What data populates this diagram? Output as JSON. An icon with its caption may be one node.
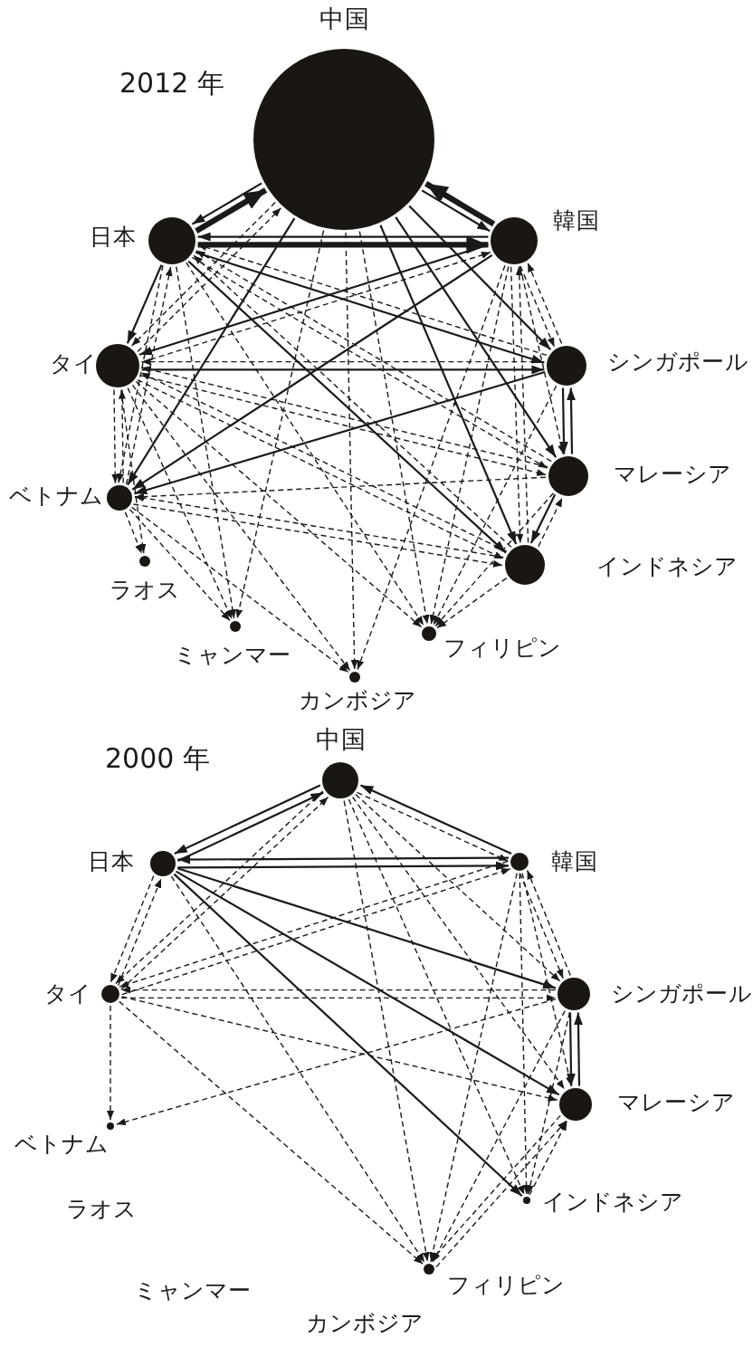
{
  "diagram": {
    "nodes": [
      {
        "text": [
          "中国"
        ]
      },
      {
        "text": [
          "日本"
        ]
      },
      {
        "text": [
          "韓国"
        ]
      },
      {
        "text": [
          "タイ"
        ]
      },
      {
        "text": [
          "シンガポール"
        ]
      },
      {
        "text": [
          "ベトナム"
        ]
      },
      {
        "text": [
          "マレーシア"
        ]
      },
      {
        "text": [
          "インドネシア"
        ]
      },
      {
        "text": [
          "ラオス"
        ]
      },
      {
        "text": [
          "ミャンマー"
        ]
      },
      {
        "text": [
          "カンボジア"
        ]
      },
      {
        "text": [
          "フィリピン"
        ]
      },
      {
        "text": [
          "中国"
        ]
      },
      {
        "text": [
          "日本"
        ]
      },
      {
        "text": [
          "韓国"
        ]
      },
      {
        "text": [
          "タイ"
        ]
      },
      {
        "text": [
          "シンガポール"
        ]
      },
      {
        "text": [
          "ベトナム"
        ]
      },
      {
        "text": [
          "マレーシア"
        ]
      },
      {
        "text": [
          "インドネシア"
        ]
      },
      {
        "text": [
          "ラオス"
        ]
      },
      {
        "text": [
          "ミャンマー"
        ]
      },
      {
        "text": [
          "カンボジア"
        ]
      },
      {
        "text": [
          "フィリピン"
        ]
      }
    ],
    "edges": [
      {
        "from": 1,
        "to": 0,
        "arrow": "to",
        "style": "thick"
      },
      {
        "from": 2,
        "to": 0,
        "arrow": "to",
        "style": "thick"
      },
      {
        "from": 1,
        "to": 2,
        "arrow": "to",
        "style": "thick"
      },
      {
        "from": 0,
        "to": 1,
        "arrow": "to"
      },
      {
        "from": 0,
        "to": 2,
        "arrow": "to"
      },
      {
        "from": 2,
        "to": 1,
        "arrow": "to"
      },
      {
        "from": 1,
        "to": 3,
        "arrow": "to"
      },
      {
        "from": 0,
        "to": 5,
        "arrow": "to"
      },
      {
        "from": 0,
        "to": 4,
        "arrow": "to"
      },
      {
        "from": 0,
        "to": 7,
        "arrow": "to"
      },
      {
        "from": 0,
        "to": 6,
        "arrow": "to"
      },
      {
        "from": 3,
        "to": 4,
        "arrow": "to"
      },
      {
        "from": 4,
        "to": 6,
        "arrow": "to"
      },
      {
        "from": 6,
        "to": 4,
        "arrow": "to"
      },
      {
        "from": 6,
        "to": 7,
        "arrow": "to"
      },
      {
        "from": 1,
        "to": 4,
        "arrow": "to"
      },
      {
        "from": 1,
        "to": 7,
        "arrow": "to"
      },
      {
        "from": 2,
        "to": 5,
        "arrow": "to"
      },
      {
        "from": 2,
        "to": 3,
        "arrow": "to"
      },
      {
        "from": 4,
        "to": 5,
        "arrow": "to"
      },
      {
        "from": 1,
        "to": 5,
        "arrow": "to",
        "style": "dashed"
      },
      {
        "from": 5,
        "to": 1,
        "arrow": "to",
        "style": "dashed"
      },
      {
        "from": 3,
        "to": 5,
        "arrow": "to",
        "style": "dashed"
      },
      {
        "from": 5,
        "to": 3,
        "arrow": "to",
        "style": "dashed"
      },
      {
        "from": 3,
        "to": 8,
        "arrow": "to",
        "style": "dashed"
      },
      {
        "from": 3,
        "to": 9,
        "arrow": "to",
        "style": "dashed"
      },
      {
        "from": 5,
        "to": 8,
        "arrow": "to",
        "style": "dashed"
      },
      {
        "from": 5,
        "to": 9,
        "arrow": "to",
        "style": "dashed"
      },
      {
        "from": 5,
        "to": 10,
        "arrow": "to",
        "style": "dashed"
      },
      {
        "from": 3,
        "to": 10,
        "arrow": "to",
        "style": "dashed"
      },
      {
        "from": 3,
        "to": 11,
        "arrow": "to",
        "style": "dashed"
      },
      {
        "from": 3,
        "to": 7,
        "arrow": "to",
        "style": "dashed"
      },
      {
        "from": 7,
        "to": 3,
        "arrow": "to",
        "style": "dashed"
      },
      {
        "from": 3,
        "to": 6,
        "arrow": "to",
        "style": "dashed"
      },
      {
        "from": 6,
        "to": 3,
        "arrow": "to",
        "style": "dashed"
      },
      {
        "from": 4,
        "to": 3,
        "arrow": "to",
        "style": "dashed"
      },
      {
        "from": 2,
        "to": 4,
        "arrow": "to",
        "style": "dashed"
      },
      {
        "from": 4,
        "to": 2,
        "arrow": "to",
        "style": "dashed"
      },
      {
        "from": 2,
        "to": 6,
        "arrow": "to",
        "style": "dashed"
      },
      {
        "from": 2,
        "to": 7,
        "arrow": "to",
        "style": "dashed"
      },
      {
        "from": 7,
        "to": 2,
        "arrow": "to",
        "style": "dashed"
      },
      {
        "from": 1,
        "to": 11,
        "arrow": "to",
        "style": "dashed"
      },
      {
        "from": 1,
        "to": 6,
        "arrow": "to",
        "style": "dashed"
      },
      {
        "from": 6,
        "to": 1,
        "arrow": "to",
        "style": "dashed"
      },
      {
        "from": 4,
        "to": 1,
        "arrow": "to",
        "style": "dashed"
      },
      {
        "from": 7,
        "to": 1,
        "arrow": "to",
        "style": "dashed"
      },
      {
        "from": 0,
        "to": 11,
        "arrow": "to",
        "style": "dashed"
      },
      {
        "from": 0,
        "to": 10,
        "arrow": "to",
        "style": "dashed"
      },
      {
        "from": 0,
        "to": 9,
        "arrow": "to",
        "style": "dashed"
      },
      {
        "from": 0,
        "to": 3,
        "arrow": "to",
        "style": "dashed"
      },
      {
        "from": 3,
        "to": 0,
        "arrow": "to",
        "style": "dashed"
      },
      {
        "from": 4,
        "to": 11,
        "arrow": "to",
        "style": "dashed"
      },
      {
        "from": 6,
        "to": 11,
        "arrow": "to",
        "style": "dashed"
      },
      {
        "from": 7,
        "to": 11,
        "arrow": "to",
        "style": "dashed"
      },
      {
        "from": 2,
        "to": 11,
        "arrow": "to",
        "style": "dashed"
      },
      {
        "from": 6,
        "to": 5,
        "arrow": "to",
        "style": "dashed"
      },
      {
        "from": 7,
        "to": 5,
        "arrow": "to",
        "style": "dashed"
      },
      {
        "from": 5,
        "to": 7,
        "arrow": "to",
        "style": "dashed"
      },
      {
        "from": 3,
        "to": 2,
        "arrow": "to",
        "style": "dashed"
      },
      {
        "from": 1,
        "to": 9,
        "arrow": "to",
        "style": "dashed"
      },
      {
        "from": 2,
        "to": 10,
        "arrow": "to",
        "style": "dashed"
      },
      {
        "from": 7,
        "to": 6,
        "arrow": "to",
        "style": "dashed"
      },
      {
        "from": 13,
        "to": 12,
        "arrow": "to"
      },
      {
        "from": 12,
        "to": 13,
        "arrow": "to"
      },
      {
        "from": 13,
        "to": 14,
        "arrow": "to"
      },
      {
        "from": 14,
        "to": 13,
        "arrow": "to"
      },
      {
        "from": 14,
        "to": 12,
        "arrow": "to"
      },
      {
        "from": 13,
        "to": 16,
        "arrow": "to"
      },
      {
        "from": 13,
        "to": 18,
        "arrow": "to"
      },
      {
        "from": 13,
        "to": 19,
        "arrow": "to"
      },
      {
        "from": 16,
        "to": 18,
        "arrow": "to"
      },
      {
        "from": 18,
        "to": 16,
        "arrow": "to"
      },
      {
        "from": 12,
        "to": 14,
        "arrow": "to",
        "style": "dashed"
      },
      {
        "from": 12,
        "to": 16,
        "arrow": "to",
        "style": "dashed"
      },
      {
        "from": 12,
        "to": 18,
        "arrow": "to",
        "style": "dashed"
      },
      {
        "from": 12,
        "to": 19,
        "arrow": "to",
        "style": "dashed"
      },
      {
        "from": 12,
        "to": 23,
        "arrow": "to",
        "style": "dashed"
      },
      {
        "from": 12,
        "to": 15,
        "arrow": "to",
        "style": "dashed"
      },
      {
        "from": 15,
        "to": 12,
        "arrow": "to",
        "style": "dashed"
      },
      {
        "from": 13,
        "to": 15,
        "arrow": "to",
        "style": "dashed"
      },
      {
        "from": 15,
        "to": 13,
        "arrow": "to",
        "style": "dashed"
      },
      {
        "from": 13,
        "to": 23,
        "arrow": "to",
        "style": "dashed"
      },
      {
        "from": 14,
        "to": 15,
        "arrow": "to",
        "style": "dashed"
      },
      {
        "from": 15,
        "to": 14,
        "arrow": "to",
        "style": "dashed"
      },
      {
        "from": 14,
        "to": 16,
        "arrow": "to",
        "style": "dashed"
      },
      {
        "from": 16,
        "to": 14,
        "arrow": "to",
        "style": "dashed"
      },
      {
        "from": 14,
        "to": 18,
        "arrow": "to",
        "style": "dashed"
      },
      {
        "from": 14,
        "to": 19,
        "arrow": "to",
        "style": "dashed"
      },
      {
        "from": 14,
        "to": 23,
        "arrow": "to",
        "style": "dashed"
      },
      {
        "from": 15,
        "to": 16,
        "arrow": "to",
        "style": "dashed"
      },
      {
        "from": 16,
        "to": 15,
        "arrow": "to",
        "style": "dashed"
      },
      {
        "from": 15,
        "to": 18,
        "arrow": "to",
        "style": "dashed"
      },
      {
        "from": 15,
        "to": 17,
        "arrow": "to",
        "style": "dashed"
      },
      {
        "from": 15,
        "to": 23,
        "arrow": "to",
        "style": "dashed"
      },
      {
        "from": 16,
        "to": 17,
        "arrow": "to",
        "style": "dashed"
      },
      {
        "from": 16,
        "to": 19,
        "arrow": "to",
        "style": "dashed"
      },
      {
        "from": 16,
        "to": 23,
        "arrow": "to",
        "style": "dashed"
      },
      {
        "from": 18,
        "to": 23,
        "arrow": "to",
        "style": "dashed"
      },
      {
        "from": 19,
        "to": 18,
        "arrow": "to",
        "style": "dashed"
      },
      {
        "from": 23,
        "to": 18,
        "arrow": "to",
        "style": "dashed"
      }
    ],
    "labels": [
      "2012 年",
      "2000 年"
    ]
  }
}
